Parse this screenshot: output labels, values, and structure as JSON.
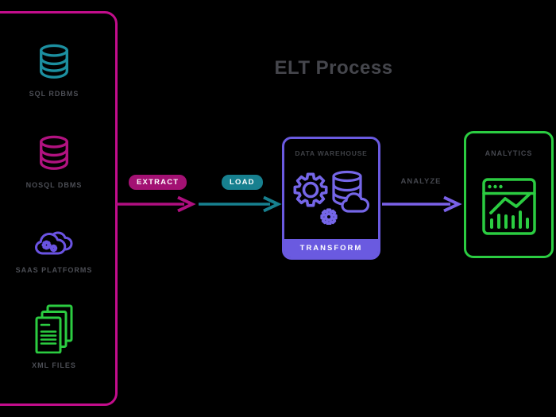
{
  "canvas": {
    "background": "#000000"
  },
  "title": {
    "text": "ELT Process",
    "color": "#45464C"
  },
  "sources_panel": {
    "border_color": "#C30D8C",
    "label_color": "#4C4E55",
    "items": [
      {
        "label": "SQL RDBMS",
        "icon": "database-icon",
        "color": "#1C8FA0"
      },
      {
        "label": "NOSQL DBMS",
        "icon": "database-icon",
        "color": "#B11280"
      },
      {
        "label": "SAAS PLATFORMS",
        "icon": "cloud-gears-icon",
        "color": "#6A53E2"
      },
      {
        "label": "XML FILES",
        "icon": "documents-icon",
        "color": "#2BCC41"
      }
    ]
  },
  "flow": {
    "steps": [
      {
        "label": "EXTRACT",
        "style": "badge",
        "badge_bg": "#A31173",
        "text_color": "#FFFFFF",
        "arrow_color": "#B00F80"
      },
      {
        "label": "LOAD",
        "style": "badge",
        "badge_bg": "#17808F",
        "text_color": "#FFFFFF",
        "arrow_color": "#17808F"
      },
      {
        "label": "ANALYZE",
        "style": "text",
        "text_color": "#45474E",
        "arrow_color": "#7A61E8"
      }
    ]
  },
  "warehouse": {
    "title": "DATA WAREHOUSE",
    "title_color": "#3E4045",
    "border_color": "#6A5AE0",
    "icon": "gears-database-cloud-icon",
    "icon_color": "#7566E8",
    "transform_bar": {
      "label": "TRANSFORM",
      "bg": "#6A5AE0",
      "text_color": "#FFFFFF"
    }
  },
  "analytics": {
    "title": "ANALYTICS",
    "title_color": "#45474E",
    "border_color": "#2BCC41",
    "icon": "browser-chart-icon",
    "icon_color": "#2BCC41"
  }
}
